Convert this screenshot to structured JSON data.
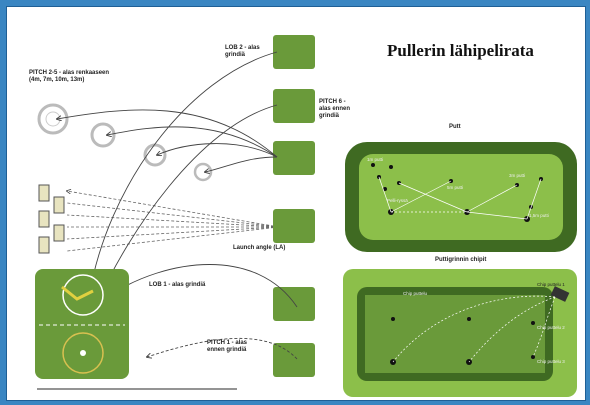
{
  "title": "Pullerin lähipelirata",
  "labels": {
    "pitch_2_5": "PITCH 2-5 - alas renkaaseen",
    "pitch_2_5_dist": "(4m, 7m, 10m, 13m)",
    "lob2": "LOB 2 - alas",
    "lob2b": "grindiä",
    "pitch6": "PITCH 6 -",
    "pitch6b": "alas ennen",
    "pitch6c": "grindiä",
    "launch": "Launch angle (LA)",
    "lob1": "LOB 1 - alas grindiä",
    "pitch1": "PITCH 1 - alas",
    "pitch1b": "ennen grindiä",
    "putt": "Putt",
    "puttgrin": "Puttigrinnin chipit",
    "putt_small": [
      "1m putti",
      "Pelli-ryssä",
      "5m putti",
      "3m putti",
      "1,5m putti"
    ],
    "chip_small": [
      "Chip puttelu",
      "Chip puttelu 1",
      "Chip puttelu 2",
      "Chip puttelu 3"
    ]
  },
  "colors": {
    "frame": "#3a86c2",
    "green": "#6a9a3a",
    "dark_green": "#3f6a22",
    "light_green": "#8cbf4a"
  }
}
